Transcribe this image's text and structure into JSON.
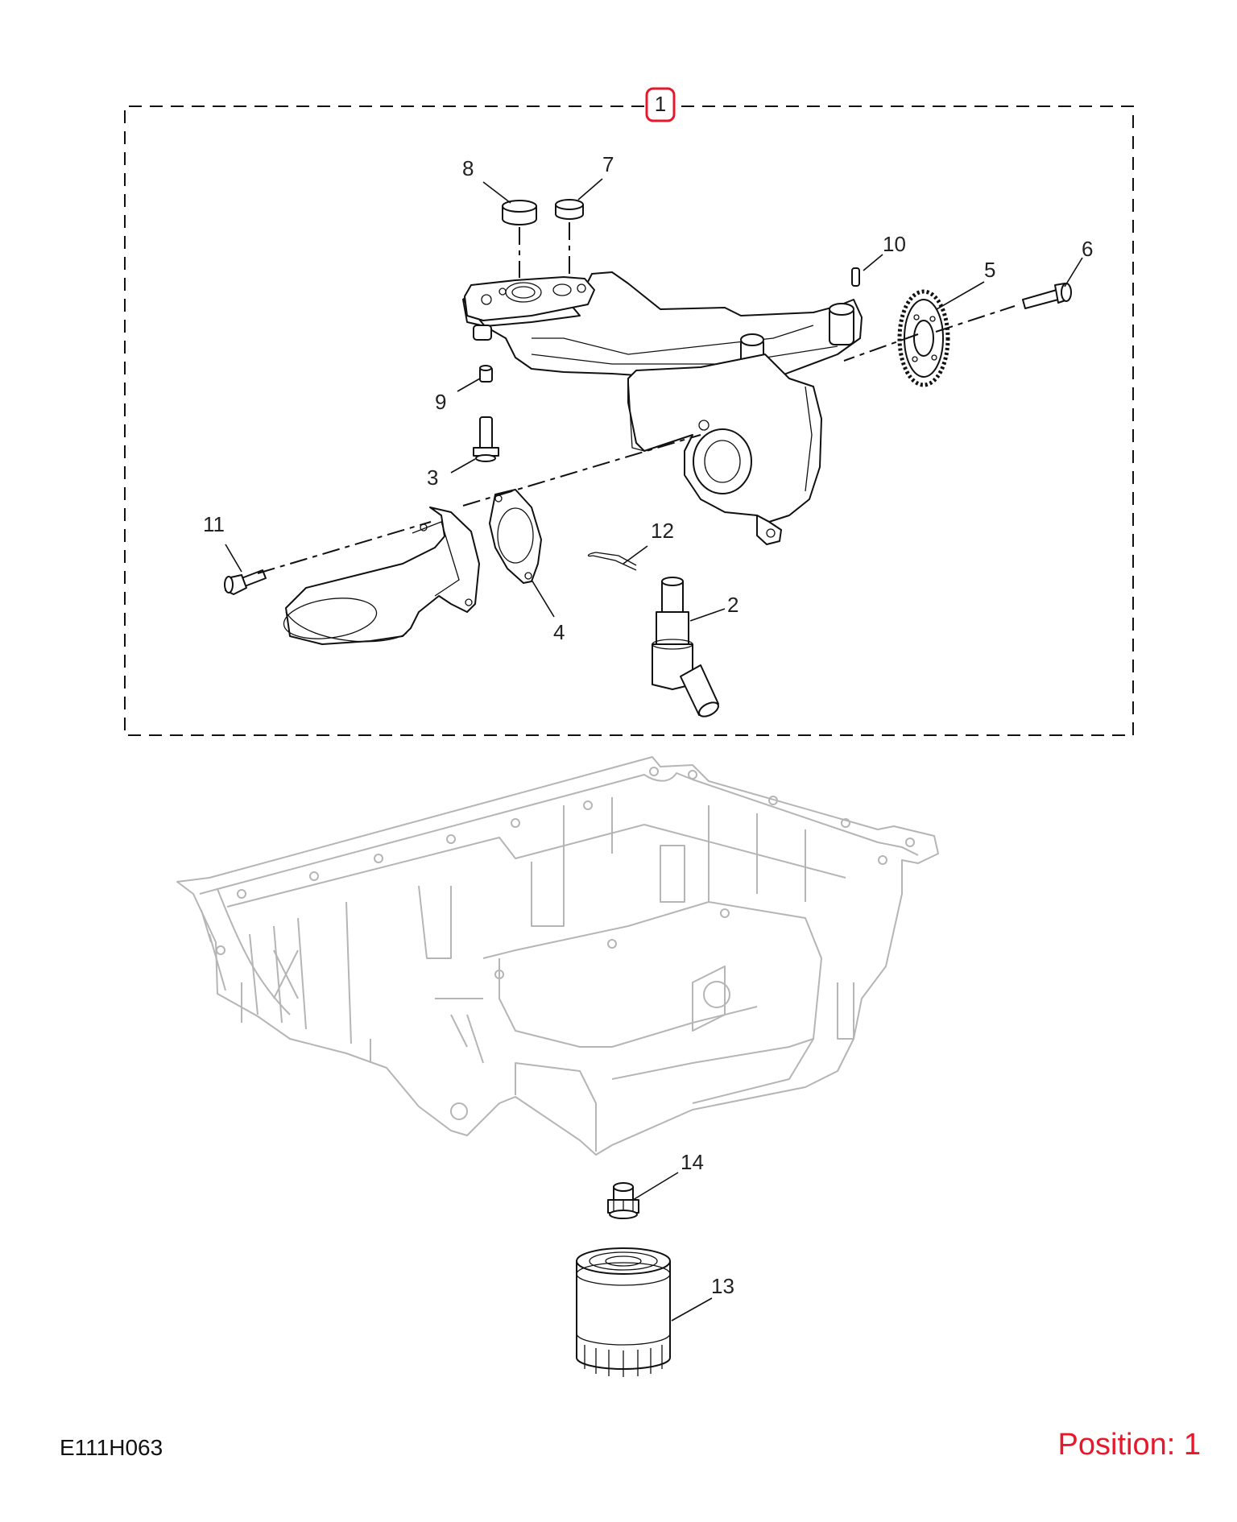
{
  "diagram": {
    "assembly_callout": "1",
    "callouts": {
      "c2": "2",
      "c3": "3",
      "c4": "4",
      "c5": "5",
      "c6": "6",
      "c7": "7",
      "c8": "8",
      "c9": "9",
      "c10": "10",
      "c11": "11",
      "c12": "12",
      "c13": "13",
      "c14": "14"
    },
    "colors": {
      "highlight": "#e8182c",
      "line": "#111111",
      "ghost": "#b5b5b5"
    }
  },
  "footer": {
    "drawing_code": "E111H063",
    "position_label": "Position: 1"
  }
}
